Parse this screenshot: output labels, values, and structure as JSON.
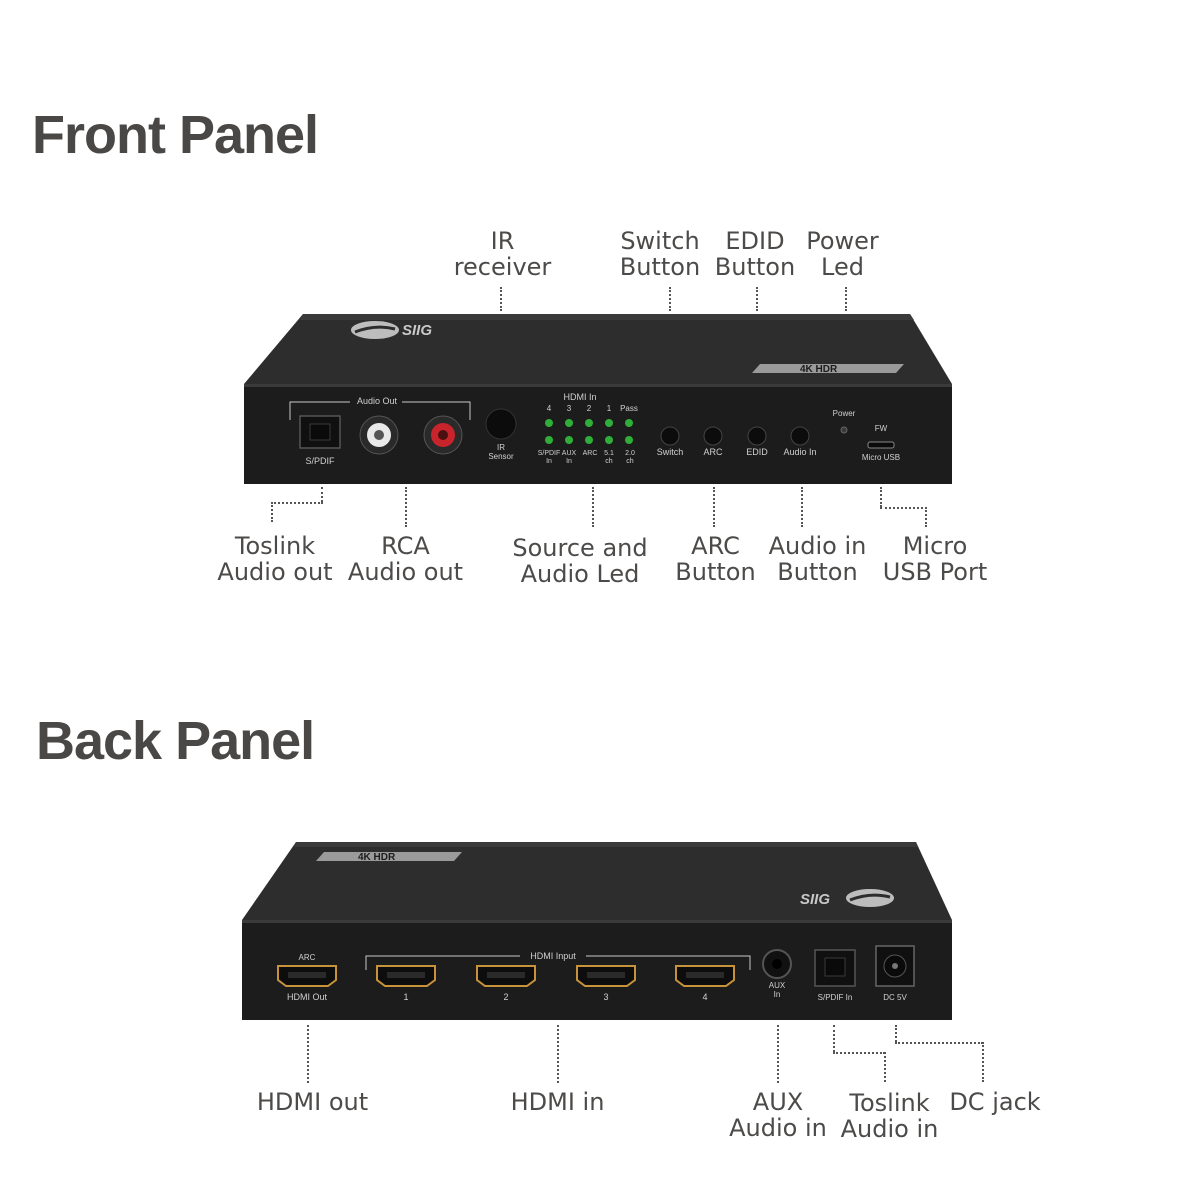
{
  "front": {
    "heading": "Front Panel",
    "brand": "SIIG",
    "badge": "4K HDR",
    "panel_labels": {
      "audio_out": "Audio Out",
      "spdif": "S/PDIF",
      "ir_sensor_1": "IR",
      "ir_sensor_2": "Sensor",
      "hdmi_in": "HDMI In",
      "port_4": "4",
      "port_3": "3",
      "port_2": "2",
      "port_1": "1",
      "pass": "Pass",
      "spdif_in_1": "S/PDIF",
      "spdif_in_2": "In",
      "aux_in_1": "AUX",
      "aux_in_2": "In",
      "arc_led": "ARC",
      "ch51_1": "5.1",
      "ch51_2": "ch",
      "ch20_1": "2.0",
      "ch20_2": "ch",
      "switch": "Switch",
      "arc": "ARC",
      "edid": "EDID",
      "audio_in": "Audio In",
      "power": "Power",
      "fw": "FW",
      "micro_usb": "Micro USB"
    },
    "callouts": {
      "ir_receiver": [
        "IR",
        "receiver"
      ],
      "switch_button": [
        "Switch",
        "Button"
      ],
      "edid_button": [
        "EDID",
        "Button"
      ],
      "power_led": [
        "Power",
        "Led"
      ],
      "toslink_out": [
        "Toslink",
        "Audio out"
      ],
      "rca_out": [
        "RCA",
        "Audio out"
      ],
      "source_led": [
        "Source and",
        "Audio Led"
      ],
      "arc_button": [
        "ARC",
        "Button"
      ],
      "audio_in_button": [
        "Audio in",
        "Button"
      ],
      "micro_usb_port": [
        "Micro",
        "USB Port"
      ]
    }
  },
  "back": {
    "heading": "Back Panel",
    "brand": "SIIG",
    "badge": "4K HDR",
    "panel_labels": {
      "arc": "ARC",
      "hdmi_out": "HDMI Out",
      "hdmi_input": "HDMI Input",
      "in_1": "1",
      "in_2": "2",
      "in_3": "3",
      "in_4": "4",
      "aux_1": "AUX",
      "aux_2": "In",
      "spdif_in": "S/PDIF In",
      "dc": "DC 5V"
    },
    "callouts": {
      "hdmi_out": [
        "HDMI out"
      ],
      "hdmi_in": [
        "HDMI in"
      ],
      "aux_in": [
        "AUX",
        "Audio in"
      ],
      "toslink_in": [
        "Toslink",
        "Audio in"
      ],
      "dc_jack": [
        "DC jack"
      ]
    }
  },
  "colors": {
    "heading": "#4a4846",
    "device_top": "#2b2b2c",
    "device_face": "#1d1d1e",
    "led_green": "#2fae3a",
    "rca_red": "#c8242b",
    "rca_white": "#e9e9e9"
  }
}
